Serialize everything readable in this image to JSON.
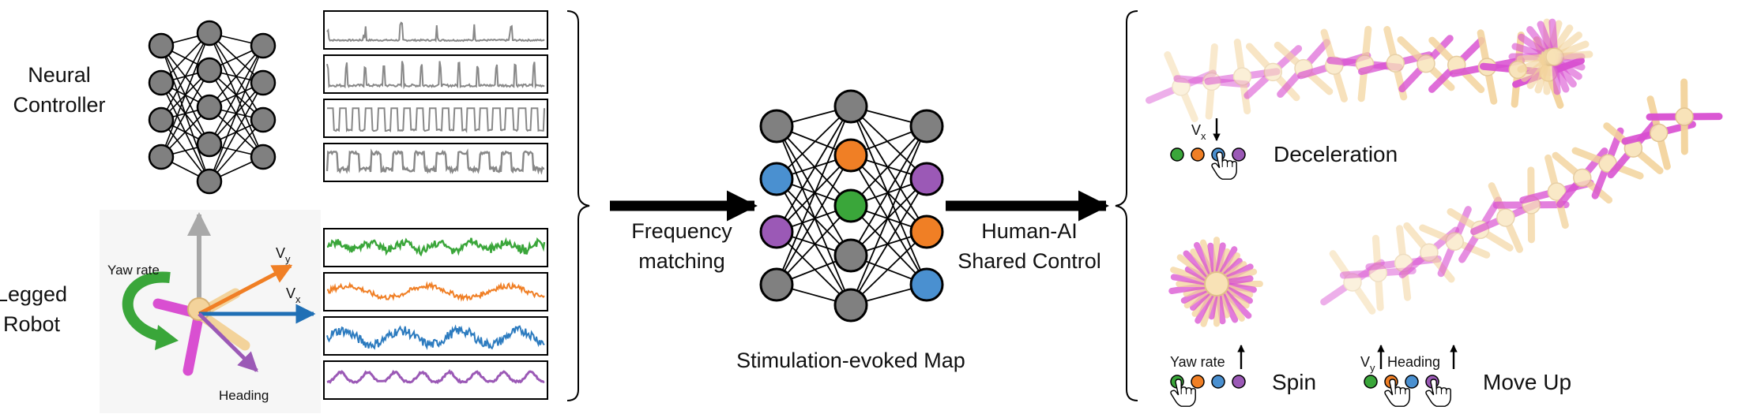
{
  "left": {
    "neural_controller_label": [
      "Neural",
      "Controller"
    ],
    "legged_robot_label": [
      "Legged",
      "Robot"
    ],
    "yaw_rate_label": "Yaw rate",
    "vy_label": {
      "base": "V",
      "sub": "y"
    },
    "vx_label": {
      "base": "V",
      "sub": "x"
    },
    "heading_label": "Heading"
  },
  "arrows": {
    "frequency_matching": [
      "Frequency",
      "matching"
    ],
    "human_ai": [
      "Human-AI",
      "Shared Control"
    ]
  },
  "center": {
    "map_label": "Stimulation-evoked Map"
  },
  "right": {
    "deceleration": {
      "label": "Deceleration",
      "indicator": {
        "base": "V",
        "sub": "x",
        "direction": "down"
      },
      "pressed": [
        3
      ]
    },
    "spin": {
      "label": "Spin",
      "indicator": {
        "text": "Yaw rate",
        "direction": "up"
      },
      "pressed": [
        1
      ]
    },
    "move_up": {
      "label": "Move Up",
      "indicator_vy": {
        "base": "V",
        "sub": "y",
        "direction": "up"
      },
      "indicator_heading": {
        "text": "Heading",
        "direction": "up"
      },
      "pressed": [
        2,
        4
      ]
    }
  },
  "colors": {
    "neuron_gray": "#808080",
    "green": "#3aa63a",
    "orange": "#f07f25",
    "blue": "#4a90d0",
    "purple": "#9b59b6",
    "magenta": "#d94fd1",
    "cream": "#f3d39b",
    "axis_gray": "#a8a8a8"
  },
  "icons": [
    "pointer-hand-icon",
    "yaw-rate-arrow-icon"
  ]
}
